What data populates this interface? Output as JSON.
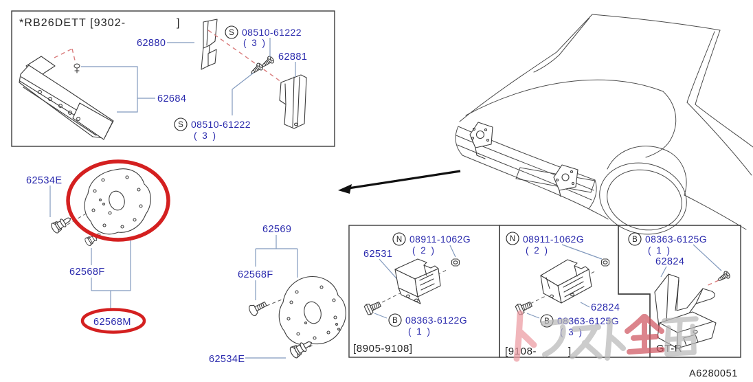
{
  "page": {
    "doc_number": "A6280051"
  },
  "colors": {
    "label_blue": "#2a2aad",
    "line_black": "#3c3c3c",
    "leader_blue": "#8199bd",
    "dash_red": "#d97b7b",
    "highlight_red": "#d42020",
    "watermark_pink": "#ec9aa2",
    "watermark_red": "#cf5560",
    "watermark_gray": "#b9b9b9"
  },
  "top_box": {
    "title_left": "*RB26DETT  [9302-",
    "title_right": "]",
    "part_62880": "62880",
    "part_62881": "62881",
    "part_62684": "62684",
    "screw_symbol": "S",
    "screw_top": {
      "part": "08510-61222",
      "qty": "( 3 )"
    },
    "screw_bottom": {
      "part": "08510-61222",
      "qty": "( 3 )"
    }
  },
  "left_group": {
    "clip_label": "62534E",
    "bolt_label": "62568F",
    "plate_label": "62568M"
  },
  "mid_group": {
    "assy_label": "62569",
    "bolt_label": "62568F",
    "clip_label": "62534E"
  },
  "box_8905": {
    "nut_symbol": "N",
    "nut_part": "08911-1062G",
    "nut_qty": "( 2 )",
    "bracket_label": "62531",
    "bolt_symbol": "B",
    "bolt_part": "08363-6122G",
    "bolt_qty": "( 1 )",
    "range": "[8905-9108]"
  },
  "box_9108": {
    "nut_symbol": "N",
    "nut_part": "08911-1062G",
    "nut_qty": "( 2 )",
    "bracket_label": "62824",
    "bolt_symbol": "B",
    "bolt_part": "08363-6125G",
    "bolt_qty": "( 3 )",
    "range_open": "[9108-",
    "range_close": "]"
  },
  "box_gtr": {
    "bolt_symbol": "B",
    "bolt_part": "08363-6125G",
    "bolt_qty": "( 1 )",
    "bracket_label": "62824",
    "variant": "GT-R"
  },
  "watermark": {
    "text": "トラスト企画"
  }
}
